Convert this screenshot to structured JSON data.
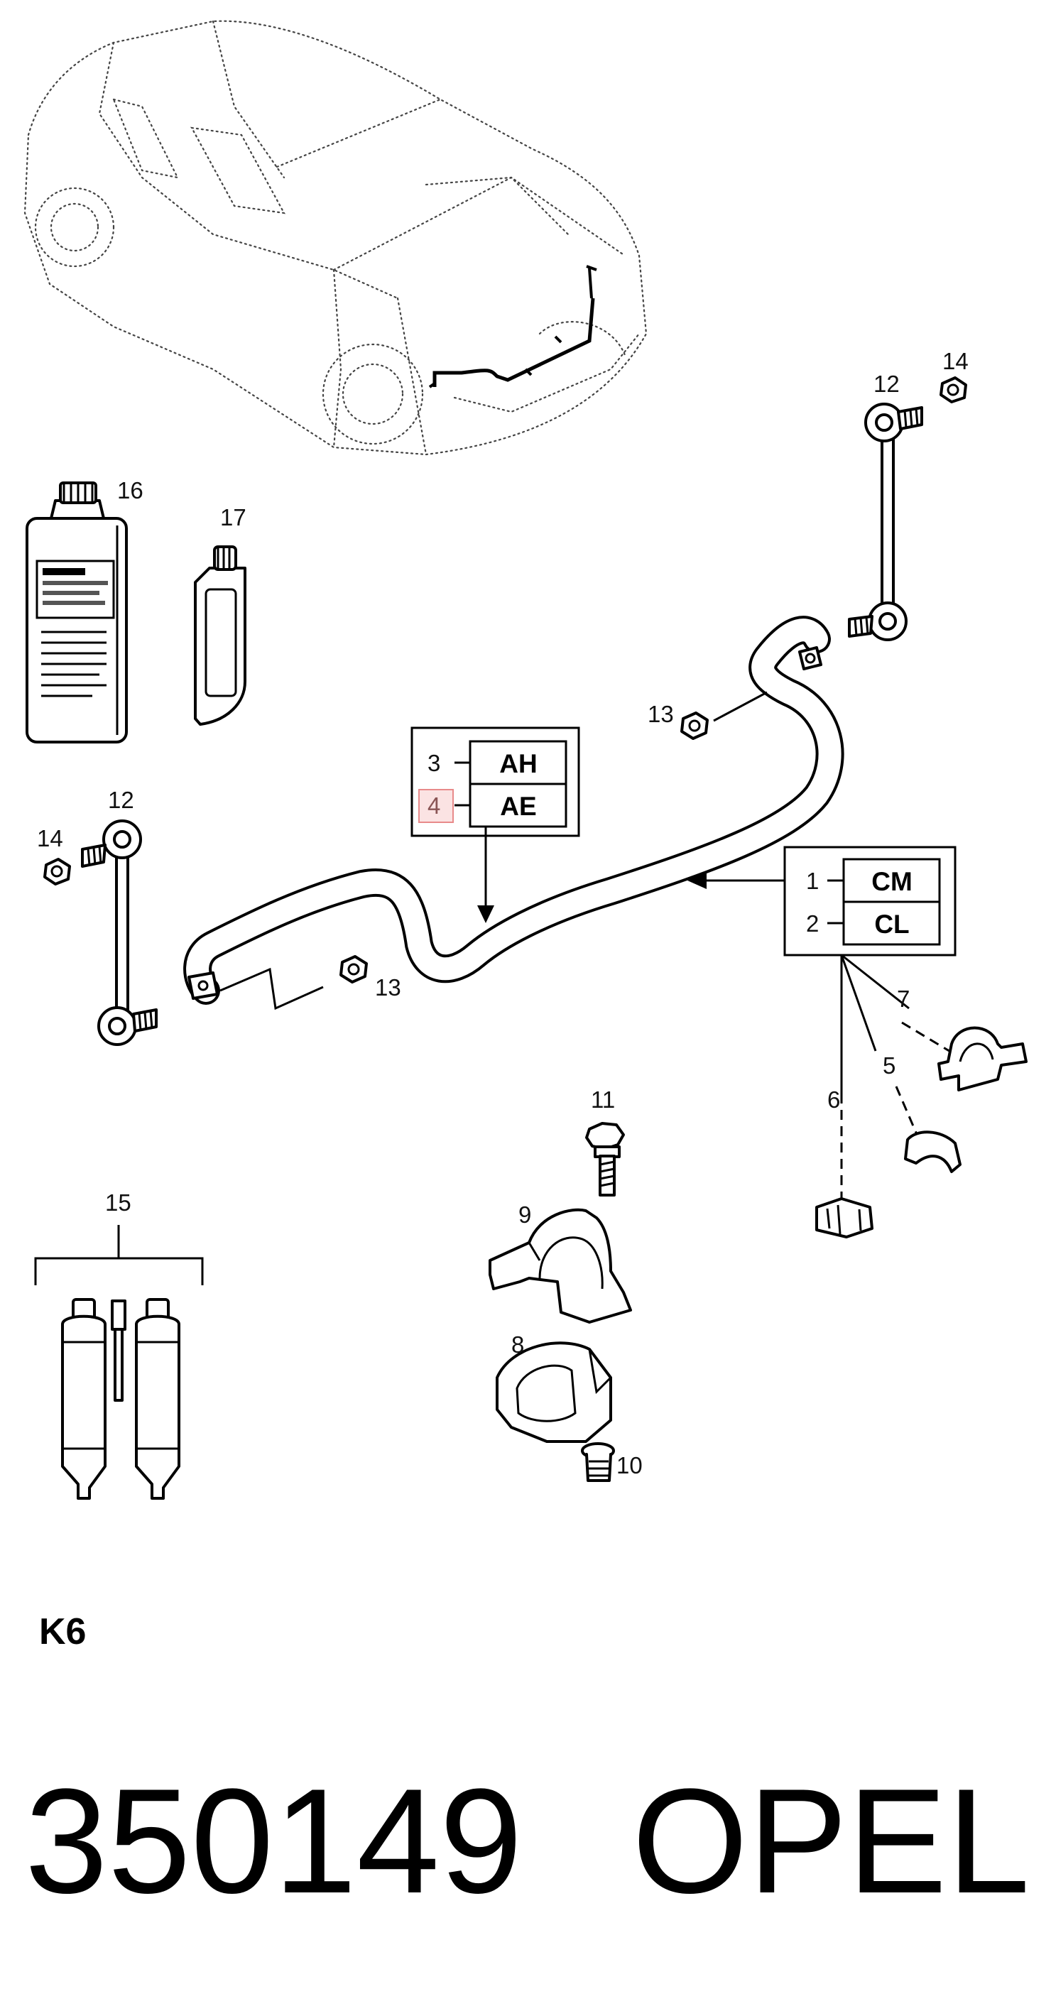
{
  "diagram": {
    "section_code": "K6",
    "part_number": "350149",
    "brand": "OPEL",
    "callouts": [
      "1",
      "2",
      "3",
      "4",
      "5",
      "6",
      "7",
      "8",
      "9",
      "10",
      "11",
      "12",
      "13",
      "14",
      "15",
      "16",
      "17"
    ],
    "variant_box_left": {
      "rows": [
        {
          "callout": "3",
          "code": "AH"
        },
        {
          "callout": "4",
          "code": "AE",
          "highlighted": true
        }
      ]
    },
    "variant_box_right": {
      "rows": [
        {
          "callout": "1",
          "code": "CM"
        },
        {
          "callout": "2",
          "code": "CL"
        }
      ]
    },
    "highlight_color": "#e88a8a",
    "highlight_fill": "#fbe3e3"
  }
}
